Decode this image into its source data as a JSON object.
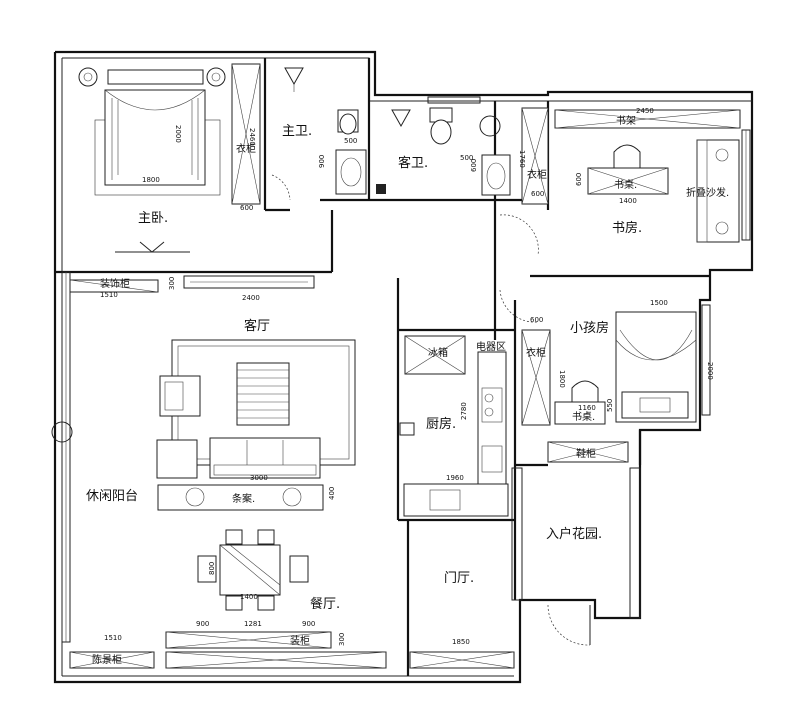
{
  "rooms": {
    "master_bedroom": "主卧.",
    "master_bath": "主卫.",
    "guest_bath": "客卫.",
    "study": "书房.",
    "living_room": "客厅",
    "kids_room": "小孩房",
    "kitchen": "厨房.",
    "leisure_balcony": "休闲阳台",
    "dining_room": "餐厅.",
    "entrance_garden": "入户花园.",
    "foyer": "门厅."
  },
  "furniture": {
    "wardrobe_master": "衣柜",
    "wardrobe_guest": "衣柜",
    "wardrobe_kids": "衣柜",
    "desk_study": "书桌.",
    "desk_kids": "书桌.",
    "folding_sofa": "折叠沙发.",
    "bookshelf": "书架",
    "tv_cabinet": "装饰柜",
    "fridge": "冰箱",
    "appliance_zone": "电器区",
    "console_table": "条案.",
    "shoe_cabinet": "鞋柜",
    "display_cabinet_left": "陈景柜",
    "display_cabinet_mid": "装柜"
  },
  "dimensions": {
    "bed_length": "2000",
    "bed_width": "1800",
    "master_wardrobe_depth": "600",
    "master_wardrobe_len": "2460",
    "master_bath_width": "500",
    "master_bath_depth": "900",
    "guest_bath_width": "500",
    "guest_bath_depth": "600",
    "guest_wardrobe": "1760",
    "guest_wardrobe_depth": "600",
    "study_shelf": "2450",
    "study_desk_width": "1400",
    "study_desk_depth": "600",
    "cabinet_width": "1510",
    "cabinet_depth": "300",
    "tv_wall": "2400",
    "sofa_width": "3000",
    "console_depth": "400",
    "kitchen_depth": "2780",
    "kitchen_width": "1960",
    "kids_bed_width": "1500",
    "kids_bed_length": "2000",
    "kids_wardrobe_depth": "600",
    "kids_wardrobe_len": "1800",
    "kids_desk_width": "1160",
    "kids_desk_depth": "550",
    "dining_table": "1400",
    "dining_table_depth": "800",
    "bottom_cabinet_left": "1510",
    "bottom_seg_1": "900",
    "bottom_seg_2": "1281",
    "bottom_seg_3": "900",
    "bottom_depth": "300",
    "foyer_width": "1850"
  }
}
